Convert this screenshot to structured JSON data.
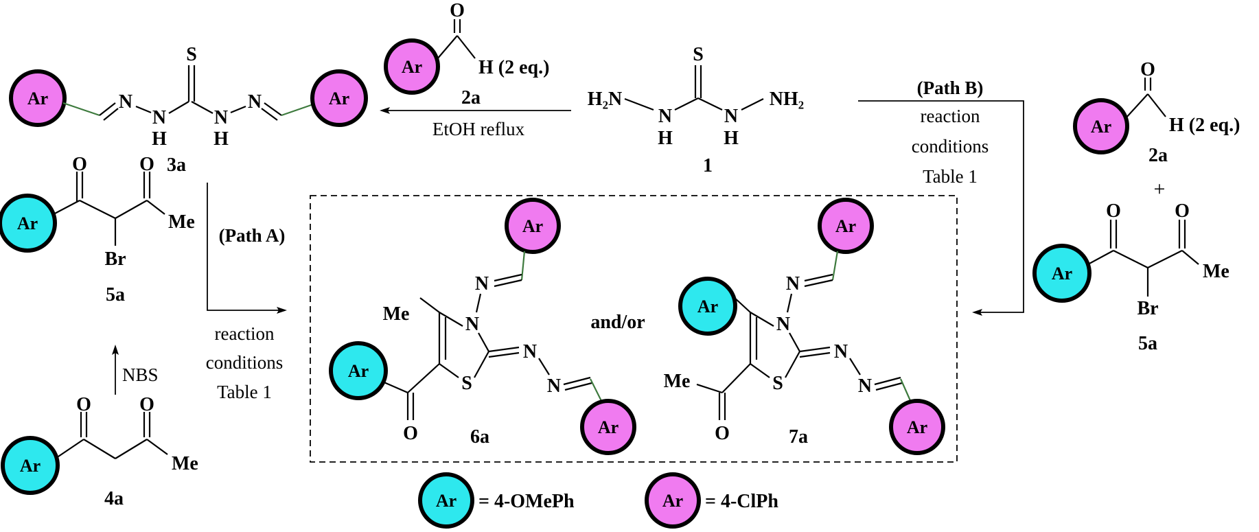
{
  "labels": {
    "ar": "Ar",
    "me": "Me",
    "br": "Br",
    "o": "O",
    "s": "S",
    "n": "N",
    "h": "H",
    "h2n": "H₂N",
    "nh2": "NH₂",
    "h_2eq": "H (2 eq.)",
    "c1": "1",
    "c2a": "2a",
    "c3a": "3a",
    "c4a": "4a",
    "c5a": "5a",
    "c6a": "6a",
    "c7a": "7a",
    "and_or": "and/or",
    "plus": "+"
  },
  "conditions": {
    "etoh": "EtOH reflux",
    "path_a": "(Path A)",
    "path_b": "(Path B)",
    "reaction": "reaction",
    "conditions": "conditions",
    "table": "Table 1",
    "nbs": "NBS"
  },
  "legend": {
    "cyan_label": "= 4-OMePh",
    "pink_label": "= 4-ClPh"
  },
  "colors": {
    "pink_aryl": "#f07bf0",
    "cyan_aryl": "#2ee8ee",
    "link_bond": "#3d7a3d"
  }
}
